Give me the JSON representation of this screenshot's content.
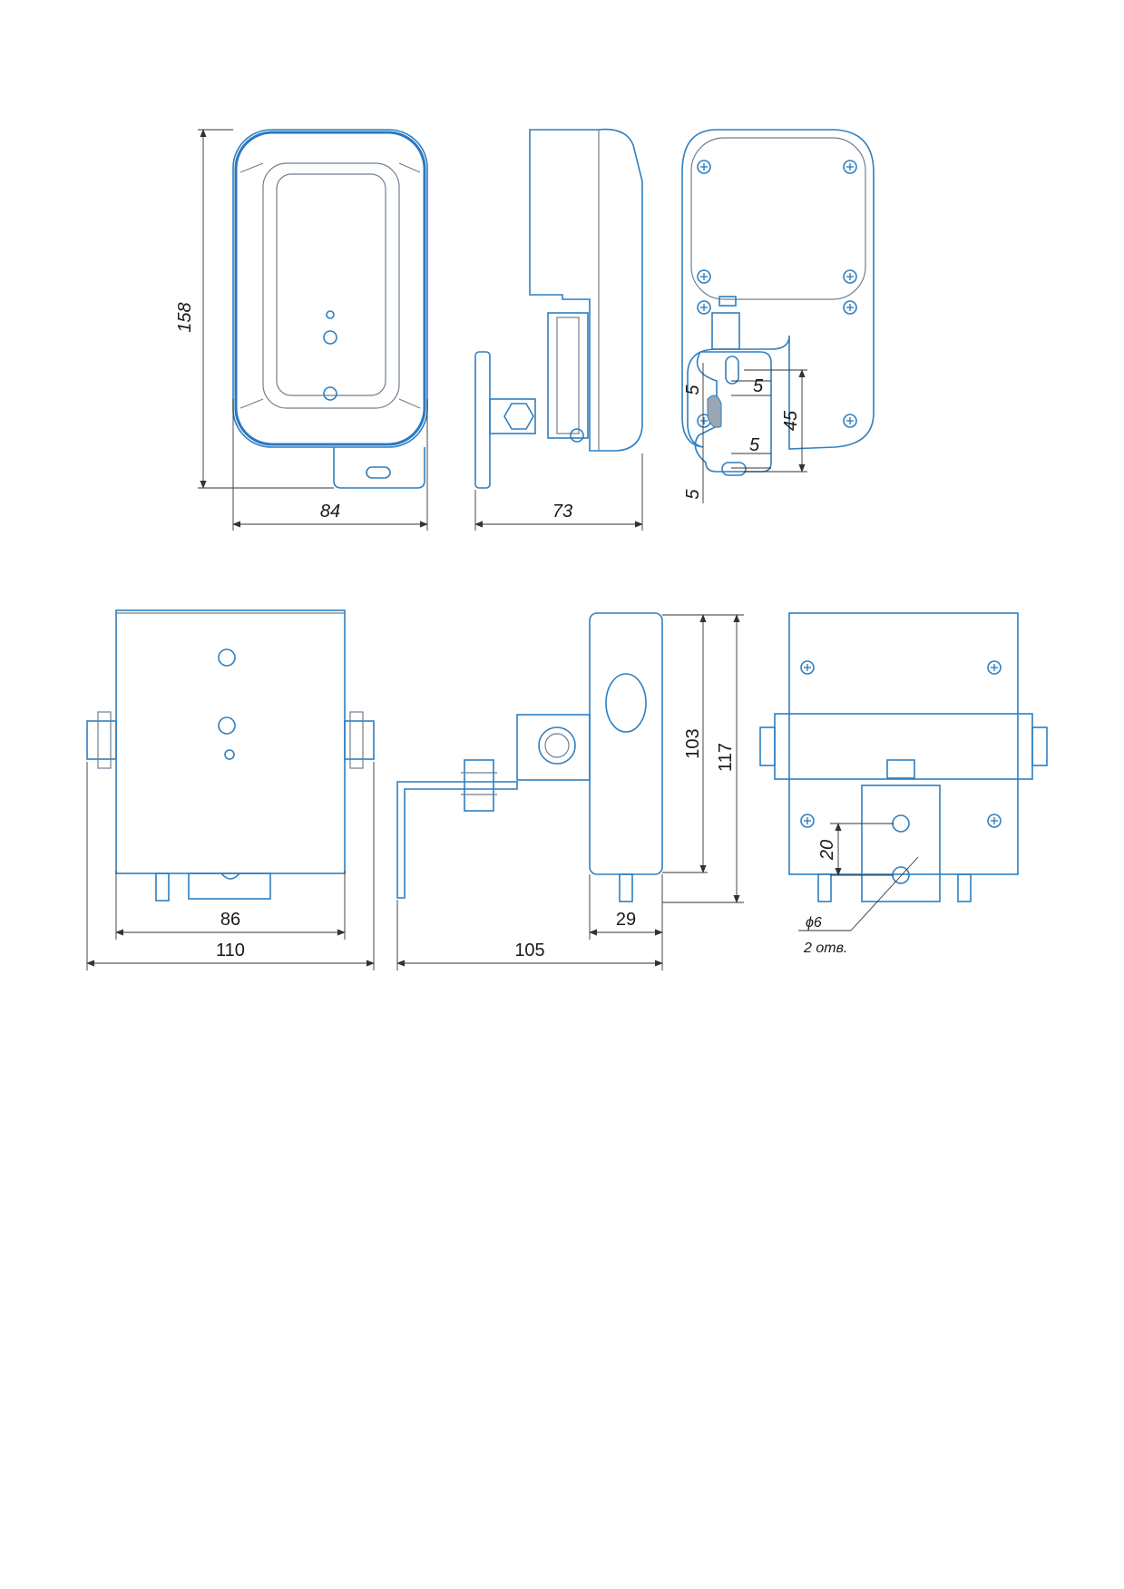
{
  "colors": {
    "outline": "#2f7fc0",
    "outline_bold": "#2a78c2",
    "dimension": "#333333",
    "background": "#ffffff"
  },
  "top_row": {
    "front_view": {
      "height_label": "158",
      "width_label": "84"
    },
    "side_view": {
      "depth_label": "73"
    },
    "rear_view": {
      "slot_label_1": "5",
      "slot_label_2": "5",
      "slot_label_3": "5",
      "slot_label_4": "5",
      "spacing_label": "45"
    }
  },
  "bottom_row": {
    "front_view": {
      "inner_width_label": "86",
      "overall_width_label": "110"
    },
    "side_view": {
      "body_height_label": "103",
      "overall_height_label": "117",
      "body_depth_label": "29",
      "overall_depth_label": "105"
    },
    "rear_view": {
      "hole_spacing_label": "20",
      "hole_diameter_label": "ϕ6",
      "hole_count_label": "2 отв."
    }
  }
}
